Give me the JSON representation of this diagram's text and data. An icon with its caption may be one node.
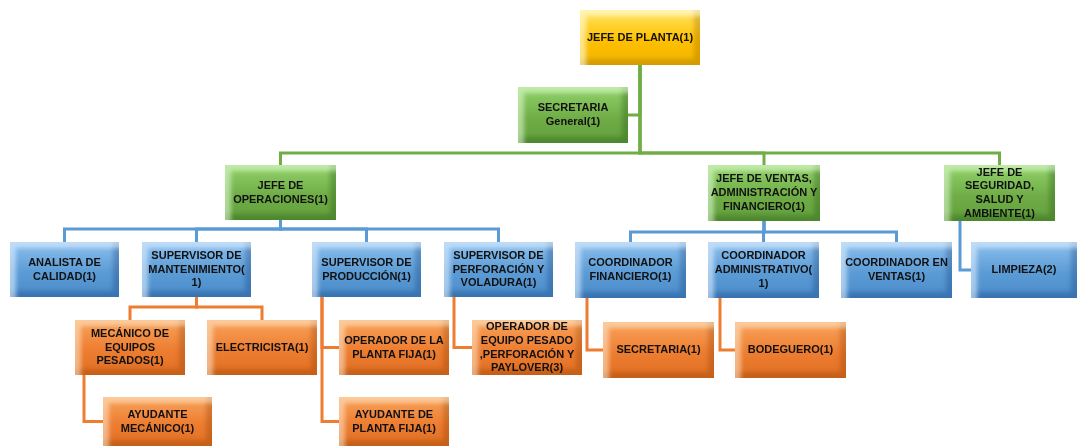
{
  "diagram": {
    "nodes": [
      {
        "text": [
          "JEFE DE PLANTA(1)"
        ]
      },
      {
        "text": [
          "SECRETARIA General(1)"
        ]
      },
      {
        "text": [
          "JEFE DE OPERACIONES(1)"
        ]
      },
      {
        "text": [
          "JEFE DE VENTAS, ADMINISTRACIÓN Y FINANCIERO(1)"
        ]
      },
      {
        "text": [
          "JEFE DE SEGURIDAD, SALUD Y AMBIENTE(1)"
        ]
      },
      {
        "text": [
          "ANALISTA DE CALIDAD(1)"
        ]
      },
      {
        "text": [
          "SUPERVISOR DE MANTENIMIENTO( 1)"
        ]
      },
      {
        "text": [
          "SUPERVISOR DE PRODUCCIÓN(1)"
        ]
      },
      {
        "text": [
          "SUPERVISOR DE PERFORACIÓN Y VOLADURA(1)"
        ]
      },
      {
        "text": [
          "COORDINADOR FINANCIERO(1)"
        ]
      },
      {
        "text": [
          "COORDINADOR ADMINISTRATIVO( 1)"
        ]
      },
      {
        "text": [
          "COORDINADOR EN VENTAS(1)"
        ]
      },
      {
        "text": [
          "LIMPIEZA(2)"
        ]
      },
      {
        "text": [
          "MECÁNICO DE EQUIPOS PESADOS(1)"
        ]
      },
      {
        "text": [
          "ELECTRICISTA(1)"
        ]
      },
      {
        "text": [
          "OPERADOR DE LA PLANTA FIJA(1)"
        ]
      },
      {
        "text": [
          "OPERADOR DE EQUIPO PESADO ,PERFORACIÓN Y PAYLOVER(3)"
        ]
      },
      {
        "text": [
          "SECRETARIA(1)"
        ]
      },
      {
        "text": [
          "BODEGUERO(1)"
        ]
      },
      {
        "text": [
          "AYUDANTE MECÁNICO(1)"
        ]
      },
      {
        "text": [
          "AYUDANTE DE PLANTA FIJA(1)"
        ]
      }
    ],
    "edges": [
      {
        "from": 0,
        "to": 1,
        "arrow": "none",
        "color": "#70ad47"
      },
      {
        "from": 0,
        "to": 2,
        "arrow": "none",
        "color": "#70ad47"
      },
      {
        "from": 0,
        "to": 3,
        "arrow": "none",
        "color": "#70ad47"
      },
      {
        "from": 0,
        "to": 4,
        "arrow": "none",
        "color": "#70ad47"
      },
      {
        "from": 2,
        "to": 5,
        "arrow": "none",
        "color": "#5b9bd5"
      },
      {
        "from": 2,
        "to": 6,
        "arrow": "none",
        "color": "#5b9bd5"
      },
      {
        "from": 2,
        "to": 7,
        "arrow": "none",
        "color": "#5b9bd5"
      },
      {
        "from": 2,
        "to": 8,
        "arrow": "none",
        "color": "#5b9bd5"
      },
      {
        "from": 3,
        "to": 9,
        "arrow": "none",
        "color": "#5b9bd5"
      },
      {
        "from": 3,
        "to": 10,
        "arrow": "none",
        "color": "#5b9bd5"
      },
      {
        "from": 3,
        "to": 11,
        "arrow": "none",
        "color": "#5b9bd5"
      },
      {
        "from": 4,
        "to": 12,
        "arrow": "none",
        "color": "#5b9bd5"
      },
      {
        "from": 6,
        "to": 13,
        "arrow": "none",
        "color": "#ed7d31"
      },
      {
        "from": 6,
        "to": 14,
        "arrow": "none",
        "color": "#ed7d31"
      },
      {
        "from": 7,
        "to": 15,
        "arrow": "none",
        "color": "#ed7d31"
      },
      {
        "from": 7,
        "to": 20,
        "arrow": "none",
        "color": "#ed7d31"
      },
      {
        "from": 8,
        "to": 16,
        "arrow": "none",
        "color": "#ed7d31"
      },
      {
        "from": 9,
        "to": 17,
        "arrow": "none",
        "color": "#ed7d31"
      },
      {
        "from": 10,
        "to": 18,
        "arrow": "none",
        "color": "#ed7d31"
      },
      {
        "from": 13,
        "to": 19,
        "arrow": "none",
        "color": "#ed7d31"
      }
    ]
  }
}
